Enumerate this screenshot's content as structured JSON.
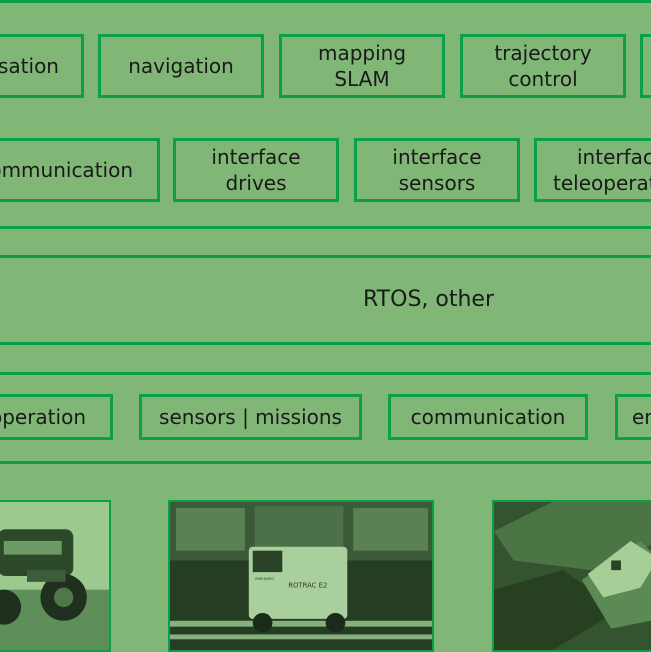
{
  "layer_top": {
    "modules": [
      {
        "lines": [
          "sation"
        ]
      },
      {
        "lines": [
          "navigation"
        ]
      },
      {
        "lines": [
          "mapping",
          "SLAM"
        ]
      },
      {
        "lines": [
          "trajectory",
          "control"
        ]
      }
    ]
  },
  "layer_interfaces": {
    "modules": [
      {
        "lines": [
          "ommunication"
        ]
      },
      {
        "lines": [
          "interface",
          "drives"
        ]
      },
      {
        "lines": [
          "interface",
          "sensors"
        ]
      },
      {
        "lines": [
          "interface",
          "teleoperati"
        ]
      }
    ]
  },
  "layer_os": {
    "label": "RTOS, other"
  },
  "layer_apps": {
    "modules": [
      {
        "lines": [
          "operation"
        ]
      },
      {
        "lines": [
          "sensors | missions"
        ]
      },
      {
        "lines": [
          "communication"
        ]
      },
      {
        "lines": [
          "en"
        ]
      }
    ]
  },
  "vehicle_labels": {
    "rail_vehicle_text": "ROTRAC E2",
    "rail_vehicle_brand": "ZWEIWEG"
  },
  "colors": {
    "accent": "#0aa04a",
    "background": "#80b676"
  }
}
